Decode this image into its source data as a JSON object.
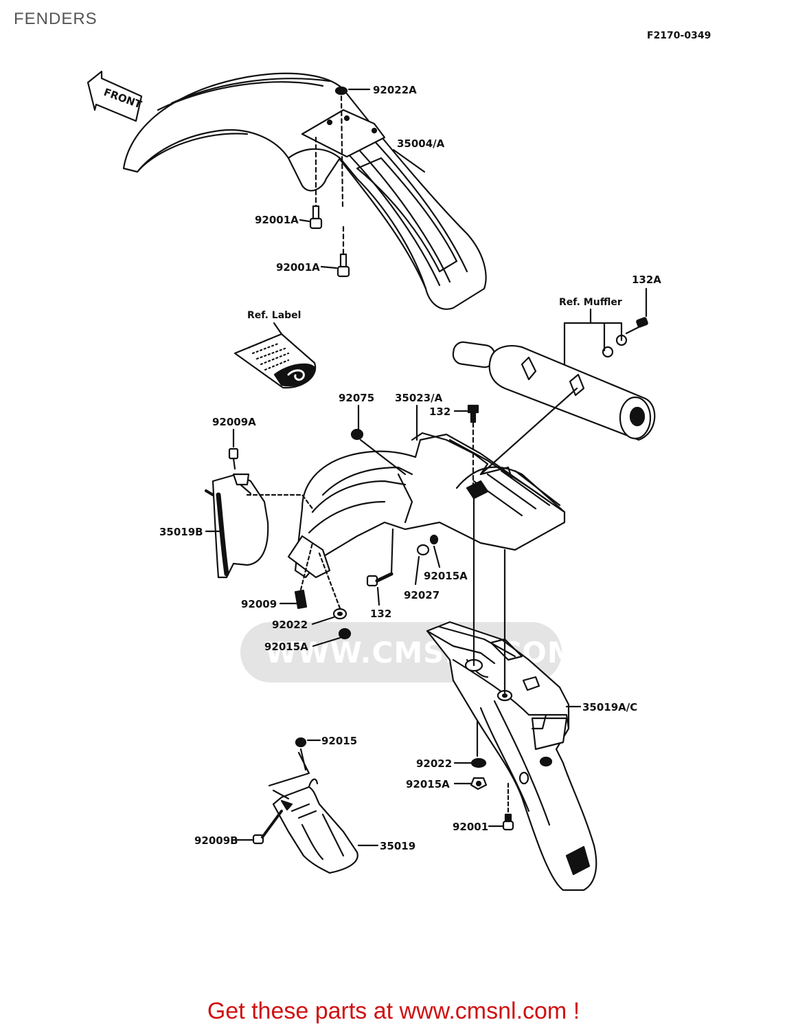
{
  "page_title": "FENDERS",
  "diagram_code": "F2170-0349",
  "front_arrow": "FRONT",
  "refs": {
    "label": "Ref. Label",
    "muffler": "Ref. Muffler"
  },
  "watermark": "WWW.CMSNL.COM",
  "parts": {
    "p92022A_top": "92022A",
    "p35004A": "35004/A",
    "p92001A_a": "92001A",
    "p92001A_b": "92001A",
    "p132A": "132A",
    "p92075": "92075",
    "p35023A": "35023/A",
    "p132_top": "132",
    "p92009A": "92009A",
    "p35019B": "35019B",
    "p92015A_mid": "92015A",
    "p92027": "92027",
    "p132_bot": "132",
    "p92009": "92009",
    "p92022_mid": "92022",
    "p92015A_left": "92015A",
    "p35019AC": "35019A/C",
    "p92015": "92015",
    "p92022_low": "92022",
    "p92015A_low": "92015A",
    "p92001": "92001",
    "p92009B": "92009B",
    "p35019": "35019"
  },
  "footer": "Get these parts at www.cmsnl.com !",
  "colors": {
    "footer": "#d01010",
    "title": "#555555",
    "line": "#111111",
    "watermark": "#e4e4e4"
  }
}
